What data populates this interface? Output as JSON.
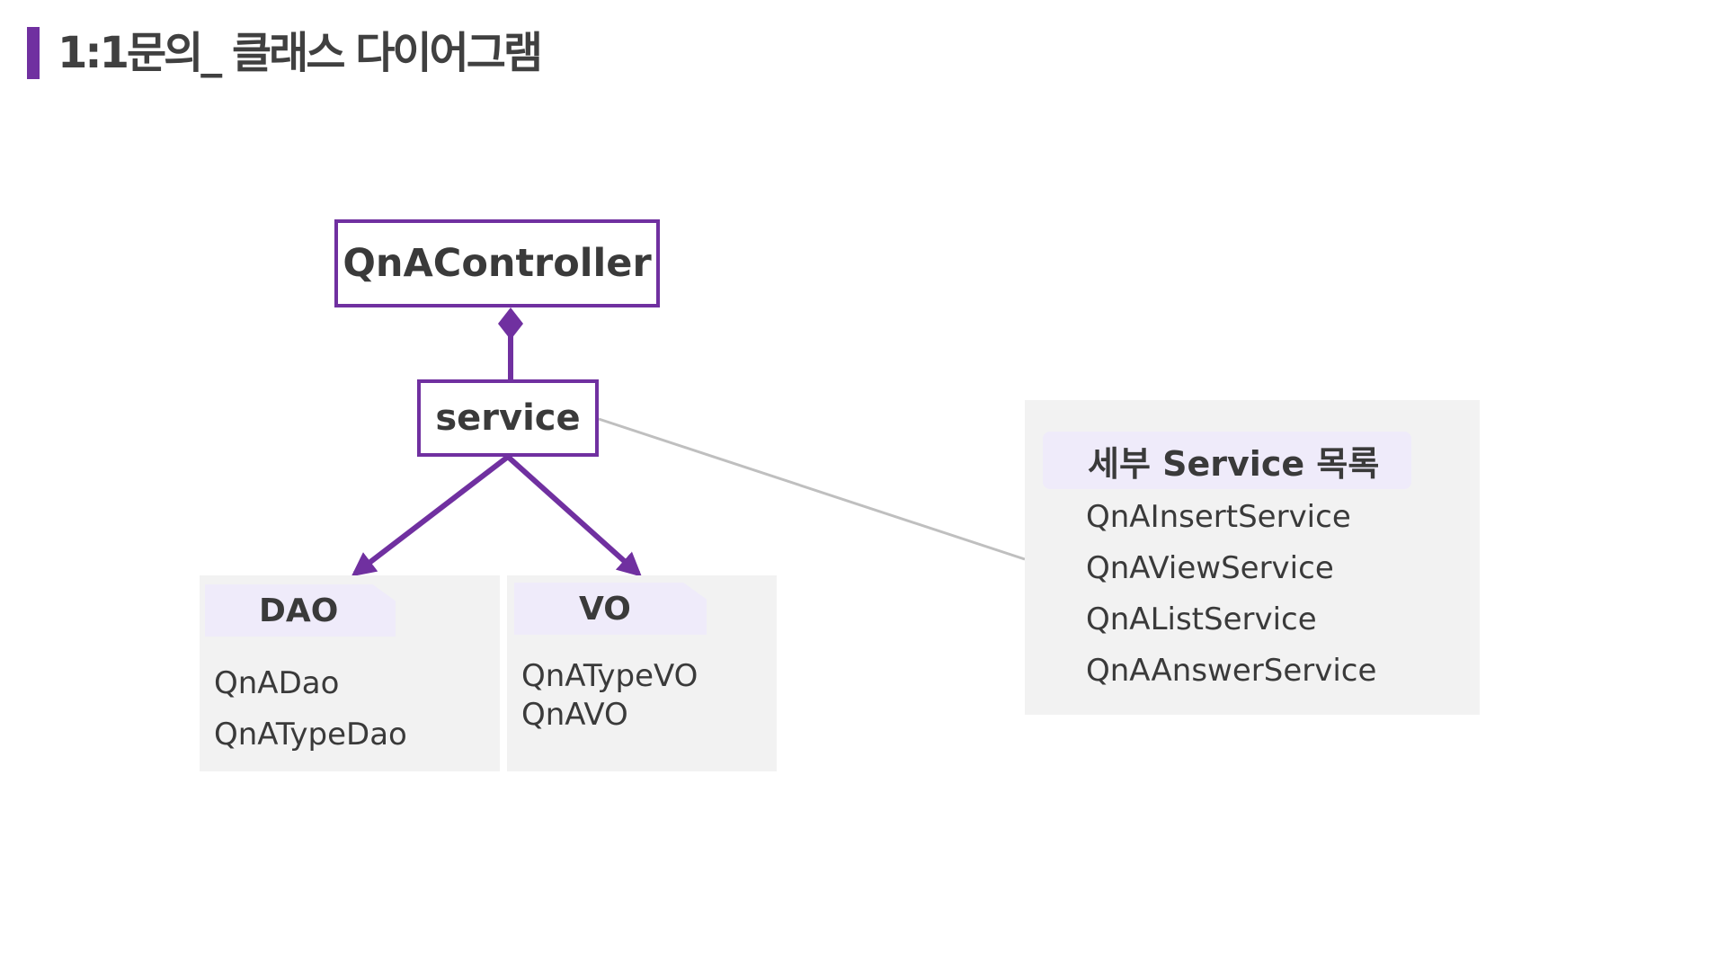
{
  "page": {
    "title": "1:1문의_ 클래스 다이어그램",
    "accent_color": "#7030a0",
    "connector_color": "#bfbfbf",
    "panel_color": "#f2f2f2",
    "tag_color": "#efebfa"
  },
  "diagram": {
    "controller": {
      "label": "QnAController"
    },
    "service": {
      "label": "service"
    },
    "dao": {
      "title": "DAO",
      "items": [
        "QnADao",
        "QnATypeDao"
      ]
    },
    "vo": {
      "title": "VO",
      "items": [
        "QnATypeVO",
        "QnAVO"
      ]
    },
    "service_details": {
      "title": "세부 Service 목록",
      "items": [
        "QnAInsertService",
        "QnAViewService",
        "QnAListService",
        "QnAAnswerService"
      ]
    }
  }
}
